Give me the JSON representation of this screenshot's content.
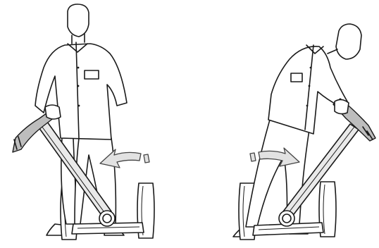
{
  "illustration": {
    "panels": [
      {
        "name": "lean-left",
        "arrow_direction": "counter-clockwise"
      },
      {
        "name": "lean-right",
        "arrow_direction": "clockwise"
      }
    ]
  },
  "colors": {
    "line": "#1a1a1a",
    "arrow_fill": "#e2e2e2",
    "handlebar_fill": "#e9e9e9",
    "background": "#ffffff"
  }
}
